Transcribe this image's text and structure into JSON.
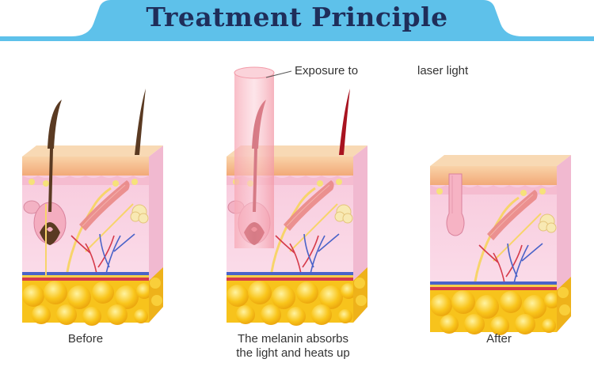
{
  "header": {
    "title": "Treatment Principle"
  },
  "annotation": {
    "left": "Exposure to",
    "right": "laser light"
  },
  "stages": [
    {
      "caption_line1": "Before",
      "caption_line2": ""
    },
    {
      "caption_line1": "The melanin absorbs",
      "caption_line2": "the light and heats up"
    },
    {
      "caption_line1": "After",
      "caption_line2": ""
    }
  ],
  "colors": {
    "banner": "#5ec1ea",
    "title": "#1f2e5a",
    "skin": "#f6d6e6",
    "epidermis": "#f4b88b",
    "fat": "#f7c31c",
    "hair_before": "#5a3a22",
    "hair_heated": "#a81320",
    "laser": "#f39aa8"
  }
}
